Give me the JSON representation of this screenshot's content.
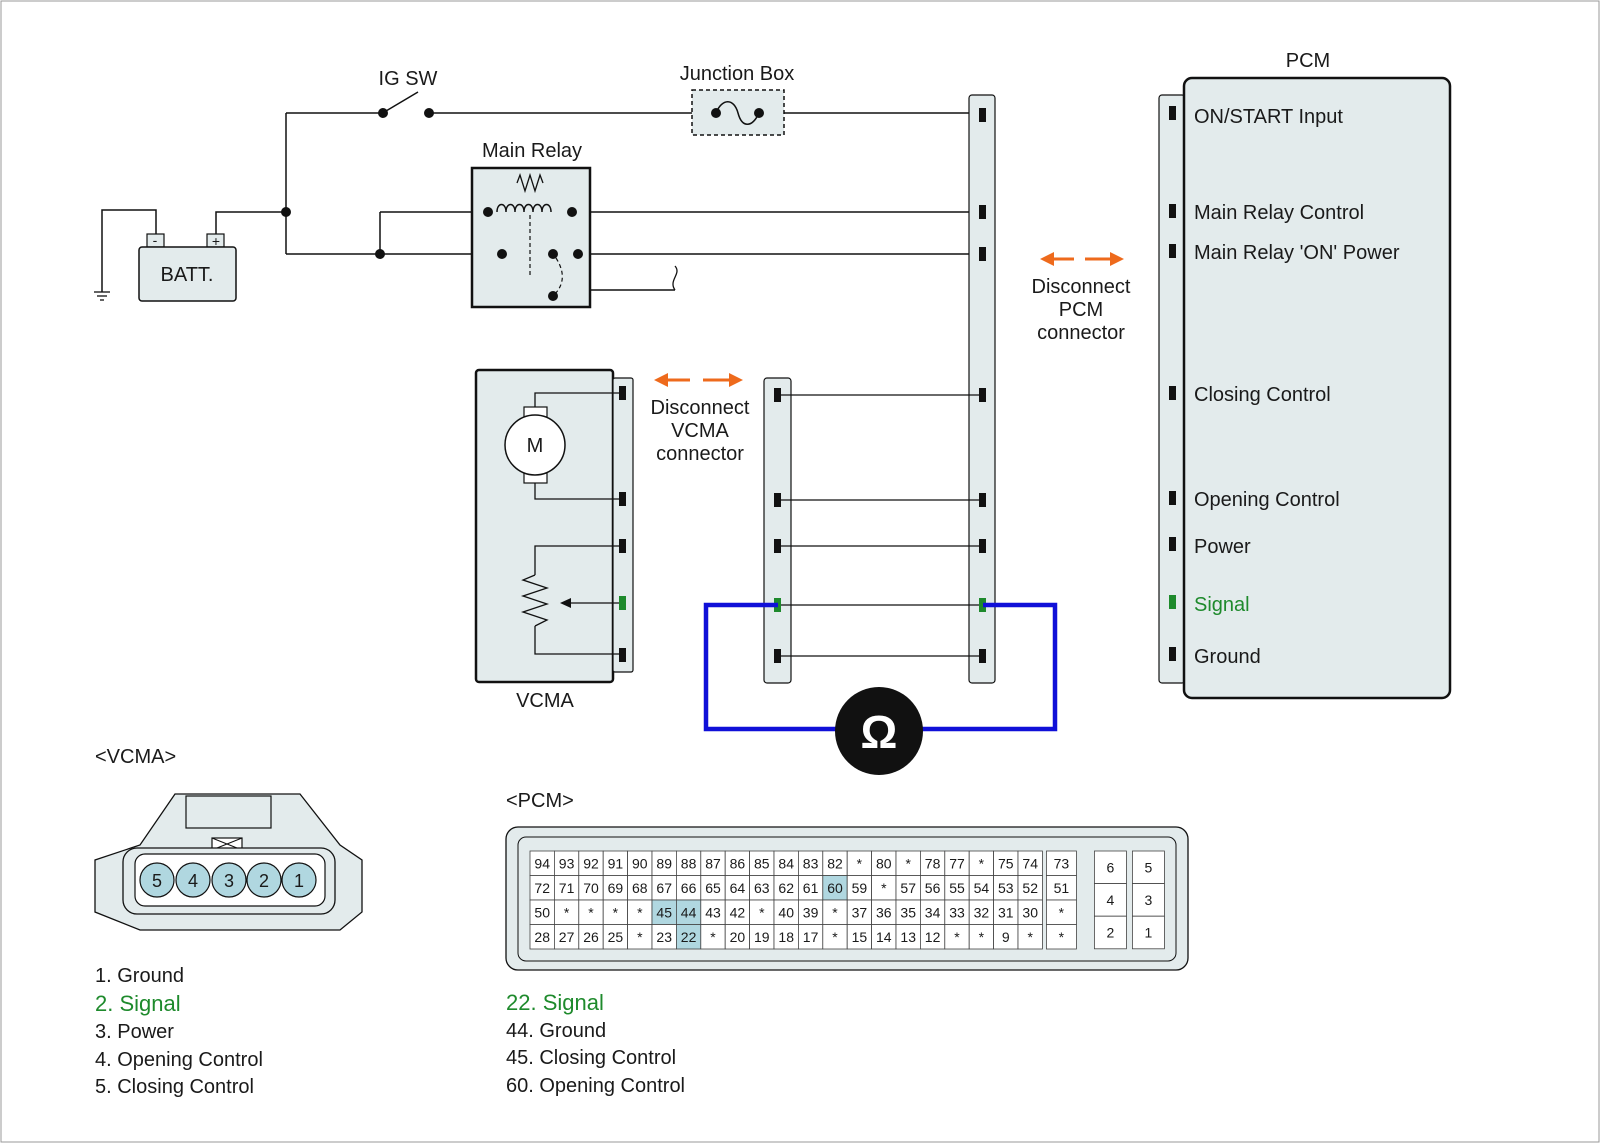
{
  "labels": {
    "ig_sw": "IG SW",
    "junction_box": "Junction Box",
    "main_relay": "Main Relay",
    "battery": "BATT.",
    "battery_minus": "-",
    "battery_plus": "+",
    "pcm": "PCM",
    "vcma": "VCMA",
    "motor": "M",
    "ohm": "Ω",
    "vcma_header": "<VCMA>",
    "pcm_header": "<PCM>"
  },
  "disconnect_pcm": [
    "Disconnect",
    "PCM",
    "connector"
  ],
  "disconnect_vcma": [
    "Disconnect",
    "VCMA",
    "connector"
  ],
  "pcm_pins": [
    {
      "label": "ON/START Input",
      "highlight": false
    },
    {
      "label": "Main Relay Control",
      "highlight": false
    },
    {
      "label": "Main Relay  'ON' Power",
      "highlight": false
    },
    {
      "label": "Closing Control",
      "highlight": false
    },
    {
      "label": "Opening Control",
      "highlight": false
    },
    {
      "label": "Power",
      "highlight": false
    },
    {
      "label": "Signal",
      "highlight": true
    },
    {
      "label": "Ground",
      "highlight": false
    }
  ],
  "vcma_connector_pins": [
    "5",
    "4",
    "3",
    "2",
    "1"
  ],
  "vcma_legend": [
    {
      "text": "1. Ground",
      "highlight": false
    },
    {
      "text": "2. Signal",
      "highlight": true
    },
    {
      "text": "3. Power",
      "highlight": false
    },
    {
      "text": "4. Opening Control",
      "highlight": false
    },
    {
      "text": "5. Closing Control",
      "highlight": false
    }
  ],
  "pcm_legend": [
    {
      "text": "22. Signal",
      "highlight": true
    },
    {
      "text": "44. Ground",
      "highlight": false
    },
    {
      "text": "45. Closing Control",
      "highlight": false
    },
    {
      "text": "60. Opening Control",
      "highlight": false
    }
  ],
  "pcm_grid_rows": [
    [
      "94",
      "93",
      "92",
      "91",
      "90",
      "89",
      "88",
      "87",
      "86",
      "85",
      "84",
      "83",
      "82",
      "*",
      "80",
      "*",
      "78",
      "77",
      "*",
      "75",
      "74"
    ],
    [
      "72",
      "71",
      "70",
      "69",
      "68",
      "67",
      "66",
      "65",
      "64",
      "63",
      "62",
      "61",
      "60",
      "59",
      "*",
      "57",
      "56",
      "55",
      "54",
      "53",
      "52"
    ],
    [
      "50",
      "*",
      "*",
      "*",
      "*",
      "45",
      "44",
      "43",
      "42",
      "*",
      "40",
      "39",
      "*",
      "37",
      "36",
      "35",
      "34",
      "33",
      "32",
      "31",
      "30"
    ],
    [
      "28",
      "27",
      "26",
      "25",
      "*",
      "23",
      "22",
      "*",
      "20",
      "19",
      "18",
      "17",
      "*",
      "15",
      "14",
      "13",
      "12",
      "*",
      "*",
      "9",
      "*"
    ]
  ],
  "pcm_grid_extra": [
    "73",
    "51",
    "*",
    "*"
  ],
  "pcm_grid_small": [
    [
      "6",
      "5"
    ],
    [
      "4",
      "3"
    ],
    [
      "2",
      "1"
    ]
  ],
  "pcm_grid_highlight": [
    "60",
    "45",
    "44",
    "22"
  ],
  "colors": {
    "signal_green": "#1e8a2c",
    "probe_blue": "#1010d8",
    "arrow_orange": "#ee6a1c",
    "panel_fill": "#e3ebec",
    "cell_highlight": "#b0d7e0"
  }
}
